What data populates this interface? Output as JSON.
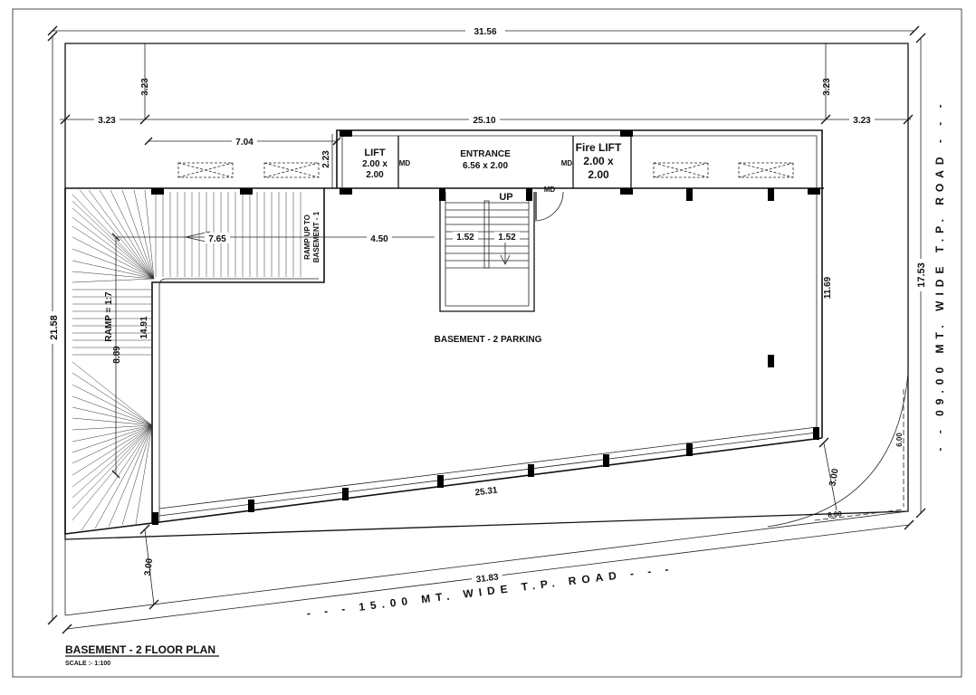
{
  "title": "BASEMENT - 2 FLOOR PLAN",
  "scale": "SCALE :- 1:100",
  "dimensions": {
    "overall_width": "31.56",
    "left_margin_top": "3.23",
    "right_margin_top": "3.23",
    "left_setback": "3.23",
    "inner_width": "25.10",
    "right_setback": "3.23",
    "left_span": "7.04",
    "core_depth": "2.23",
    "ramp_run": "7.65",
    "span_to_stair": "4.50",
    "stair_left": "1.52",
    "stair_right": "1.52",
    "right_side": "11.69",
    "overall_depth": "21.58",
    "ramp_length": "8.89",
    "ramp_depth": "14.91",
    "bottom_edge": "25.31",
    "front_offset": "3.00",
    "corner_offset": "3.00",
    "front_width": "31.83",
    "road_side_length": "17.53",
    "curve_radius_v": "6.00",
    "curve_radius_h": "6.00"
  },
  "rooms": {
    "lift": "LIFT",
    "lift_size_1": "2.00 x",
    "lift_size_2": "2.00",
    "entrance": "ENTRANCE",
    "entrance_size": "6.56 x 2.00",
    "fire_lift": "Fire LIFT",
    "fire_size_1": "2.00 x",
    "fire_size_2": "2.00",
    "md_1": "MD",
    "md_2": "MD",
    "md_3": "MD",
    "up": "UP",
    "ramp_up_1": "RAMP UP TO",
    "ramp_up_2": "BASEMENT - 1",
    "ramp_slope": "RAMP = 1:7",
    "parking": "BASEMENT - 2 PARKING"
  },
  "roads": {
    "front": "- - - 15.00 MT. WIDE T.P. ROAD - - -",
    "side": "- - 09.00 MT. WIDE T.P. ROAD - - -"
  }
}
